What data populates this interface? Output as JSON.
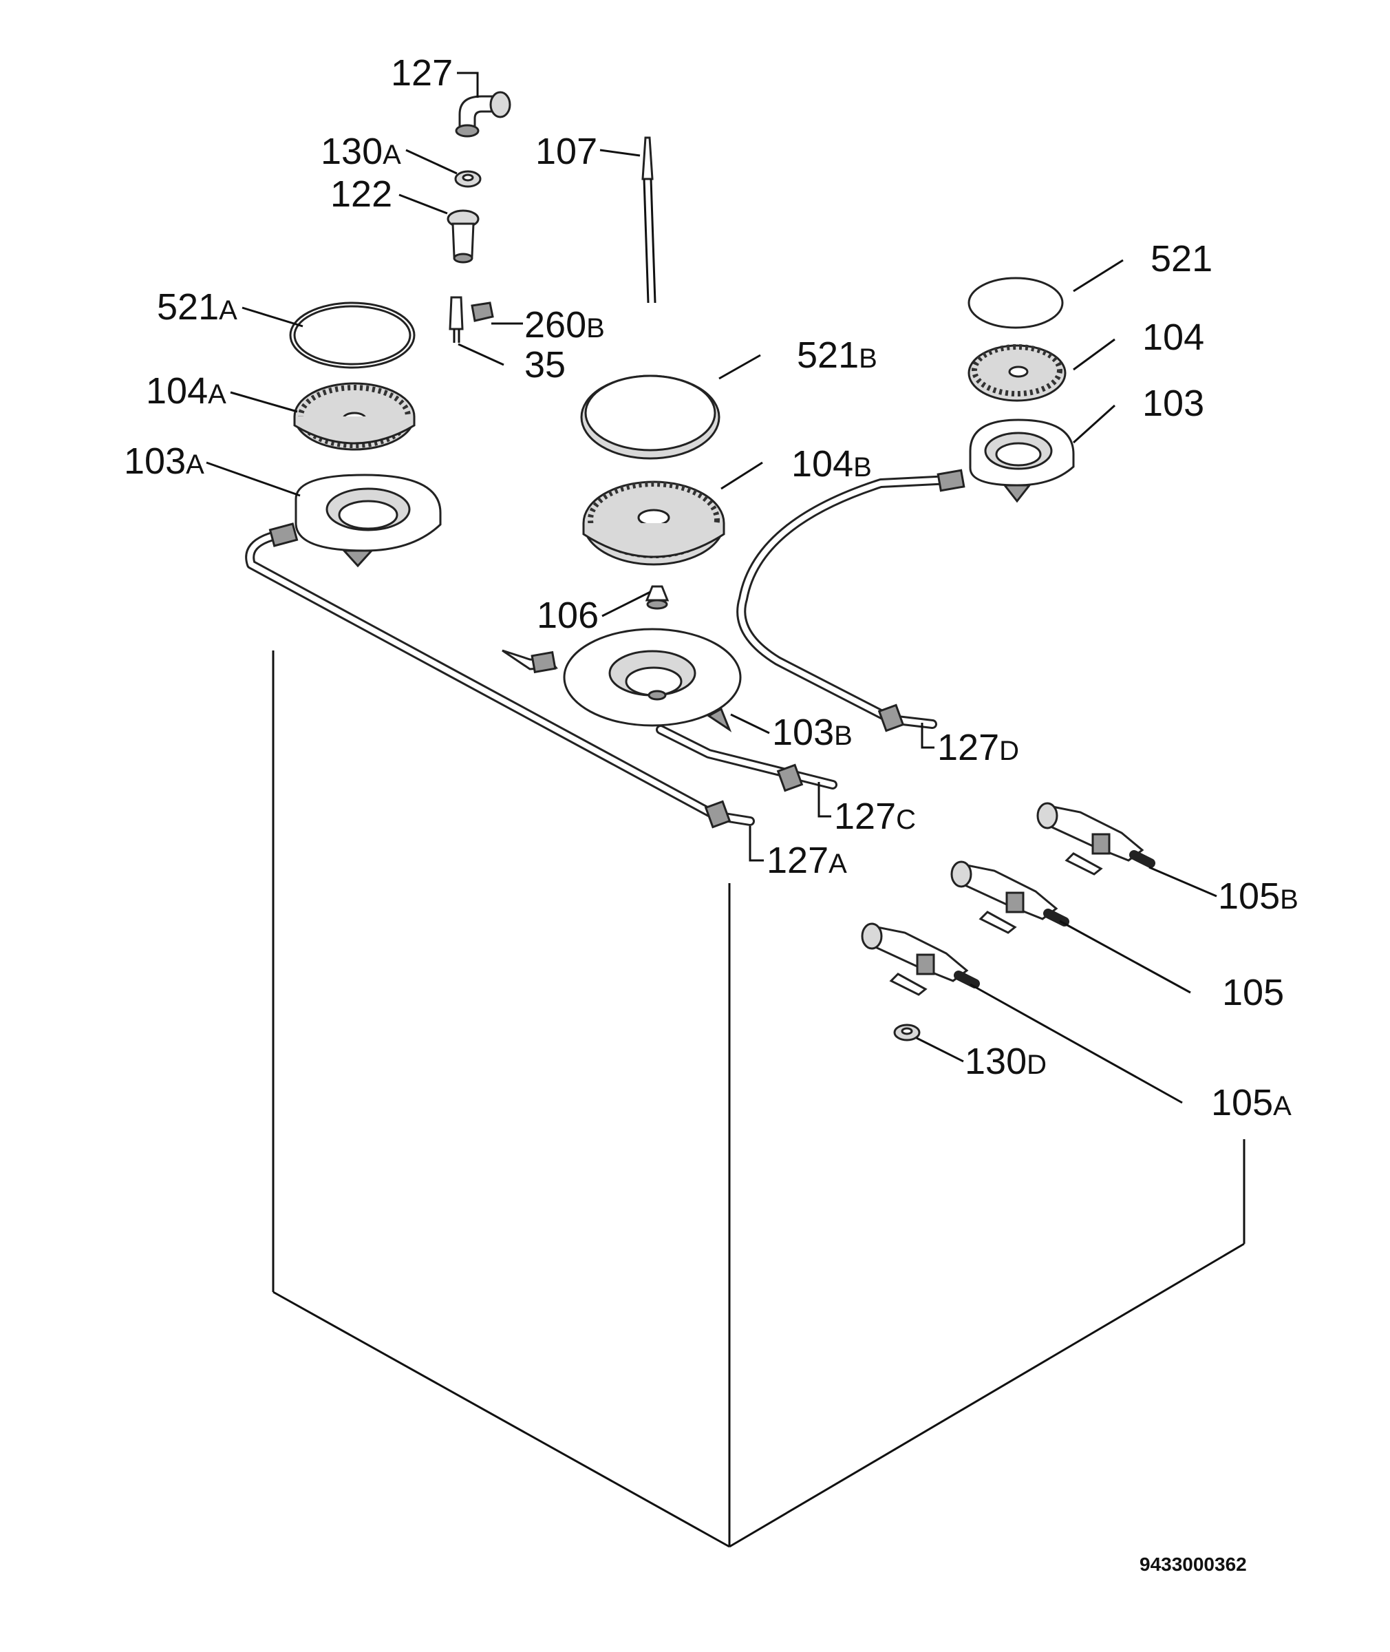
{
  "drawing_code": "9433000362",
  "callouts": [
    {
      "id": "127",
      "base": "127",
      "suffix": ""
    },
    {
      "id": "130A",
      "base": "130",
      "suffix": "A"
    },
    {
      "id": "122",
      "base": "122",
      "suffix": ""
    },
    {
      "id": "107",
      "base": "107",
      "suffix": ""
    },
    {
      "id": "521A",
      "base": "521",
      "suffix": "A"
    },
    {
      "id": "260B",
      "base": "260",
      "suffix": "B"
    },
    {
      "id": "35",
      "base": "35",
      "suffix": ""
    },
    {
      "id": "521",
      "base": "521",
      "suffix": ""
    },
    {
      "id": "104",
      "base": "104",
      "suffix": ""
    },
    {
      "id": "521B",
      "base": "521",
      "suffix": "B"
    },
    {
      "id": "103",
      "base": "103",
      "suffix": ""
    },
    {
      "id": "104A",
      "base": "104",
      "suffix": "A"
    },
    {
      "id": "103A",
      "base": "103",
      "suffix": "A"
    },
    {
      "id": "104B",
      "base": "104",
      "suffix": "B"
    },
    {
      "id": "106",
      "base": "106",
      "suffix": ""
    },
    {
      "id": "103B",
      "base": "103",
      "suffix": "B"
    },
    {
      "id": "127D",
      "base": "127",
      "suffix": "D"
    },
    {
      "id": "127C",
      "base": "127",
      "suffix": "C"
    },
    {
      "id": "127A",
      "base": "127",
      "suffix": "A"
    },
    {
      "id": "105B",
      "base": "105",
      "suffix": "B"
    },
    {
      "id": "105",
      "base": "105",
      "suffix": ""
    },
    {
      "id": "130D",
      "base": "130",
      "suffix": "D"
    },
    {
      "id": "105A",
      "base": "105",
      "suffix": "A"
    }
  ]
}
